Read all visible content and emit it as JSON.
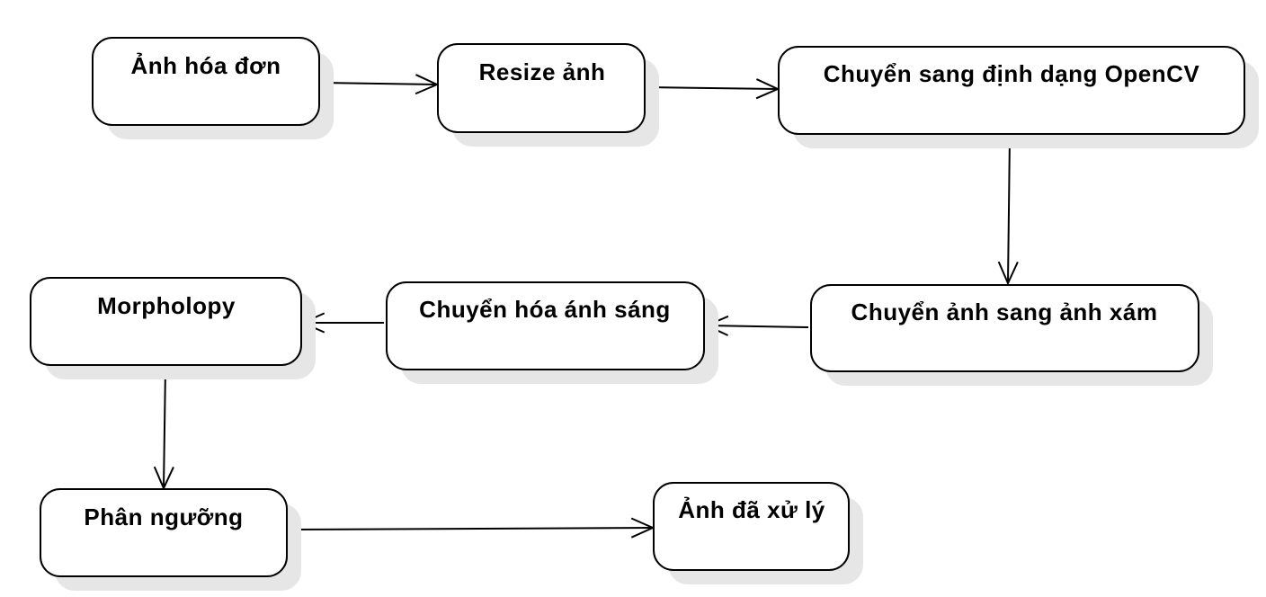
{
  "diagram": {
    "type": "flowchart",
    "nodes": [
      {
        "id": "anh-hoa-don",
        "label": "Ảnh hóa đơn"
      },
      {
        "id": "resize-anh",
        "label": "Resize ảnh"
      },
      {
        "id": "chuyen-opencv",
        "label": "Chuyển sang định dạng OpenCV"
      },
      {
        "id": "chuyen-xam",
        "label": "Chuyển ảnh sang ảnh xám"
      },
      {
        "id": "chuyen-hoa-anh-sang",
        "label": "Chuyển hóa ánh sáng"
      },
      {
        "id": "morphology",
        "label": "Morpholopy"
      },
      {
        "id": "phan-nguong",
        "label": "Phân ngưỡng"
      },
      {
        "id": "anh-da-xu-ly",
        "label": "Ảnh đã xử lý"
      }
    ],
    "edges": [
      {
        "from": "anh-hoa-don",
        "to": "resize-anh"
      },
      {
        "from": "resize-anh",
        "to": "chuyen-opencv"
      },
      {
        "from": "chuyen-opencv",
        "to": "chuyen-xam"
      },
      {
        "from": "chuyen-xam",
        "to": "chuyen-hoa-anh-sang"
      },
      {
        "from": "chuyen-hoa-anh-sang",
        "to": "morphology"
      },
      {
        "from": "morphology",
        "to": "phan-nguong"
      },
      {
        "from": "phan-nguong",
        "to": "anh-da-xu-ly"
      }
    ],
    "colors": {
      "box_fill": "#ffffff",
      "box_stroke": "#000000",
      "shadow": "#e6e6e6",
      "text": "#000000"
    }
  }
}
